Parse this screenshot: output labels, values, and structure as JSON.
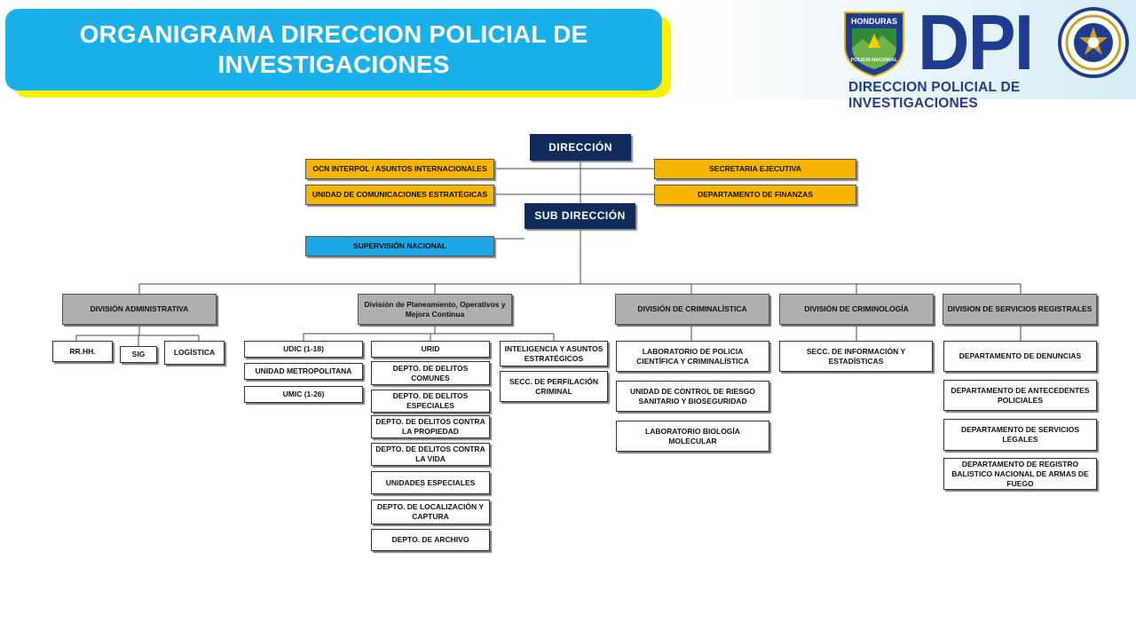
{
  "header": {
    "title": "ORGANIGRAMA DIRECCION POLICIAL DE INVESTIGACIONES",
    "logo_text": "DPI",
    "logo_subtitle": "DIRECCION POLICIAL DE INVESTIGACIONES",
    "shield_top": "HONDURAS",
    "shield_bottom": "POLICIA NACIONAL"
  },
  "org": {
    "direccion": "DIRECCIÓN",
    "sub_direccion": "SUB DIRECCIÓN",
    "staff_left": [
      "OCN INTERPOL / ASUNTOS INTERNACIONALES",
      "UNIDAD DE COMUNICACIONES ESTRATÉGICAS"
    ],
    "staff_right": [
      "SECRETARIA EJECUTIVA",
      "DEPARTAMENTO DE FINANZAS"
    ],
    "supervision": "SUPERVISIÓN NACIONAL",
    "divisions": [
      "DIVISIÓN ADMINISTRATIVA",
      "División de Planeamiento, Operativos y Mejora Continua",
      "DIVISIÓN DE CRIMINALÍSTICA",
      "DIVISIÓN DE CRIMINOLOGÍA",
      "DIVISION DE SERVICIOS REGISTRALES"
    ],
    "admin_units": [
      "RR.HH.",
      "SIG",
      "LOGÍSTICA"
    ],
    "plan_col1": [
      "UDIC (1-18)",
      "UNIDAD METROPOLITANA",
      "UMIC (1-26)"
    ],
    "plan_col2": [
      "URID",
      "DEPTO. DE DELITOS COMUNES",
      "DEPTO. DE DELITOS ESPECIALES",
      "DEPTO. DE DELITOS CONTRA LA PROPIEDAD",
      "DEPTO. DE DELITOS CONTRA LA VIDA",
      "UNIDADES ESPECIALES",
      "DEPTO. DE LOCALIZACIÓN Y CAPTURA",
      "DEPTO. DE ARCHIVO"
    ],
    "plan_col3": [
      "INTELIGENCIA Y ASUNTOS ESTRATÉGICOS",
      "SECC. DE PERFILACIÓN CRIMINAL"
    ],
    "crim_units": [
      "LABORATORIO DE POLICIA CIENTÍFICA Y CRIMINALÍSTICA",
      "UNIDAD DE CONTROL DE RIESGO SANITARIO Y BIOSEGURIDAD",
      "LABORATORIO BIOLOGÍA MOLECULAR"
    ],
    "crimino_units": [
      "SECC. DE INFORMACIÓN Y ESTADÍSTICAS"
    ],
    "reg_units": [
      "DEPARTAMENTO DE DENUNCIAS",
      "DEPARTAMENTO DE ANTECEDENTES POLICIALES",
      "DEPARTAMENTO DE SERVICIOS LEGALES",
      "DEPARTAMENTO DE REGISTRO BALISTICO NACIONAL DE ARMAS DE FUEGO"
    ]
  },
  "colors": {
    "banner": "#1ab0ea",
    "banner_shadow": "#ffef00",
    "navy": "#102a5c",
    "gold": "#f7b500",
    "blue": "#1ea7e5",
    "gray": "#b1aeb0",
    "logo": "#1f3c8e"
  }
}
